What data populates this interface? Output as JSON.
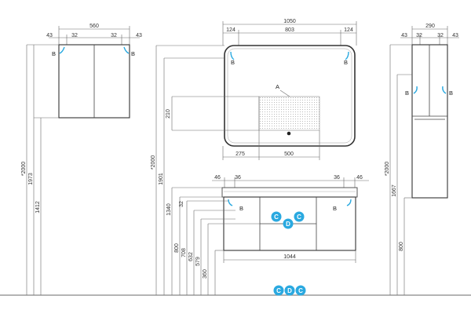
{
  "colors": {
    "badge": "#2aa9e0",
    "line": "#333333",
    "dim_line": "#6b6b6b",
    "floor": "#888888"
  },
  "wall_cabinet": {
    "width": "560",
    "edge_left": "43",
    "inner_left": "32",
    "inner_right": "32",
    "edge_right": "43",
    "hinge_label_left": "B",
    "hinge_label_right": "B"
  },
  "mirror": {
    "width": "1050",
    "side_left": "124",
    "center": "803",
    "side_right": "124",
    "light_area_label": "A",
    "offset_left": "275",
    "light_width": "500",
    "hinge_label_left": "B",
    "hinge_label_right": "B"
  },
  "tall_cabinet": {
    "width": "290",
    "edge_left": "43",
    "inner_left": "32",
    "inner_right": "32",
    "edge_right": "43",
    "hinge_label_left": "B",
    "hinge_label_right": "B"
  },
  "vanity": {
    "edge_left": "46",
    "inner_left": "36",
    "inner_right": "36",
    "edge_right": "46",
    "width_bottom": "1044",
    "hinge_label_left": "B",
    "hinge_label_right": "B",
    "drawer_badges": [
      "C",
      "D",
      "C"
    ]
  },
  "floor_badges": [
    "C",
    "D",
    "C"
  ],
  "heights": {
    "wall_total": "*2000",
    "wall_1973": "1973",
    "wall_1412": "1412",
    "mirror_total": "*2000",
    "mirror_1901": "1901",
    "mirror_210": "210",
    "vanity_1340": "1340",
    "vanity_32": "32",
    "vanity_800": "800",
    "vanity_708": "708",
    "vanity_632": "632",
    "vanity_579": "579",
    "vanity_360": "360",
    "tall_total": "*2000",
    "tall_1667": "1667",
    "tall_800": "800"
  }
}
